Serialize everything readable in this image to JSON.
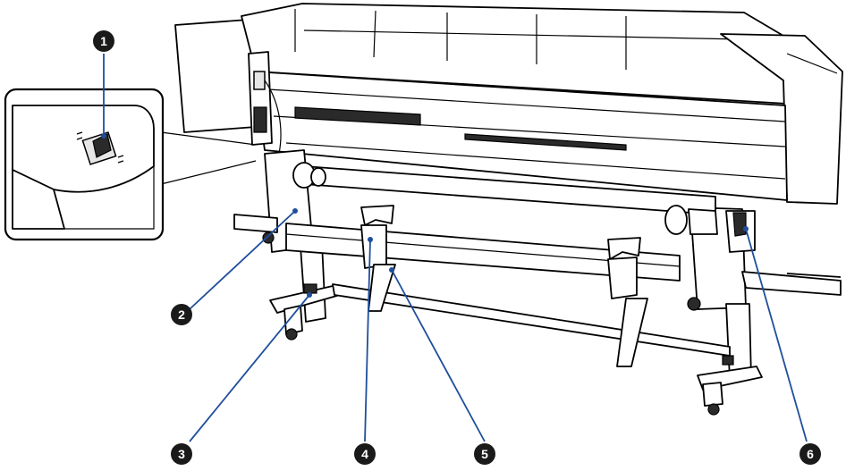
{
  "figure": {
    "colors": {
      "leader": "#1f4e9c",
      "ink": "#000000",
      "badge": "#1a1a1a"
    },
    "callouts": [
      {
        "id": "1",
        "label": "1"
      },
      {
        "id": "2",
        "label": "2"
      },
      {
        "id": "3",
        "label": "3"
      },
      {
        "id": "4",
        "label": "4"
      },
      {
        "id": "5",
        "label": "5"
      },
      {
        "id": "6",
        "label": "6"
      }
    ]
  }
}
